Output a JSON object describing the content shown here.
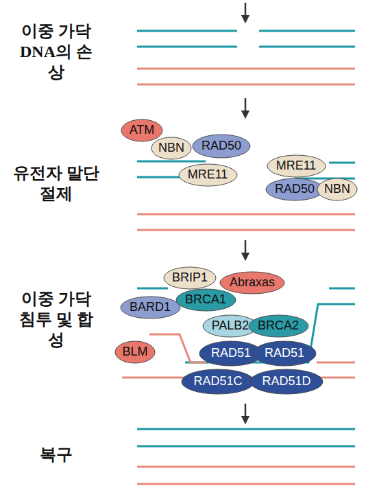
{
  "diagram": {
    "nodes": [
      {
        "text": [
          "ATM"
        ]
      },
      {
        "text": [
          "NBN"
        ]
      },
      {
        "text": [
          "RAD50"
        ]
      },
      {
        "text": [
          "MRE11"
        ]
      },
      {
        "text": [
          "MRE11"
        ]
      },
      {
        "text": [
          "RAD50"
        ]
      },
      {
        "text": [
          "NBN"
        ]
      },
      {
        "text": [
          "BRIP1"
        ]
      },
      {
        "text": [
          "Abraxas"
        ]
      },
      {
        "text": [
          "BARD1"
        ]
      },
      {
        "text": [
          "BRCA1"
        ]
      },
      {
        "text": [
          "PALB2"
        ]
      },
      {
        "text": [
          "BRCA2"
        ]
      },
      {
        "text": [
          "BLM"
        ]
      },
      {
        "text": [
          "RAD51"
        ]
      },
      {
        "text": [
          "RAD51"
        ]
      },
      {
        "text": [
          "RAD51C"
        ]
      },
      {
        "text": [
          "RAD51D"
        ]
      }
    ],
    "labels": [
      "이중 가닥 DNA의 손상",
      "유전자 말단 절제",
      "이중 가닥 침투 및 합성",
      "복구"
    ]
  }
}
